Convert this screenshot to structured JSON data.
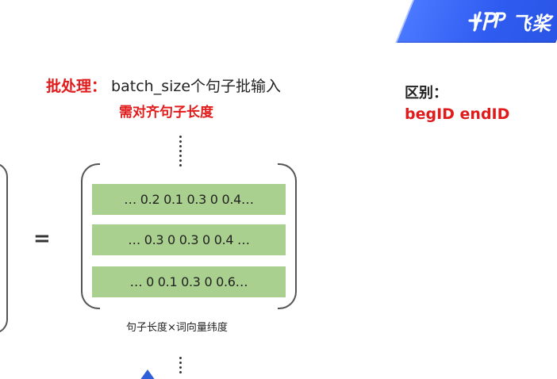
{
  "logo": {
    "text": "飞桨",
    "brand_color": "#2f5cf0"
  },
  "headline": {
    "label": "批处理：",
    "text": " batch_size个句子批输入"
  },
  "subline": {
    "text": "需对齐句子长度"
  },
  "difference": {
    "label": "区别：",
    "value": "begID endID"
  },
  "matrix": {
    "operator": "=",
    "rows": [
      "… 0.2  0.1  0.3 0  0.4…",
      "… 0.3  0  0.3 0  0.4 …",
      "… 0  0.1  0.3  0  0.6…"
    ],
    "row_color": "#a9d08e",
    "caption": "句子长度×词向量纬度"
  },
  "colors": {
    "accent_red": "#e11b1b",
    "text": "#222222"
  }
}
